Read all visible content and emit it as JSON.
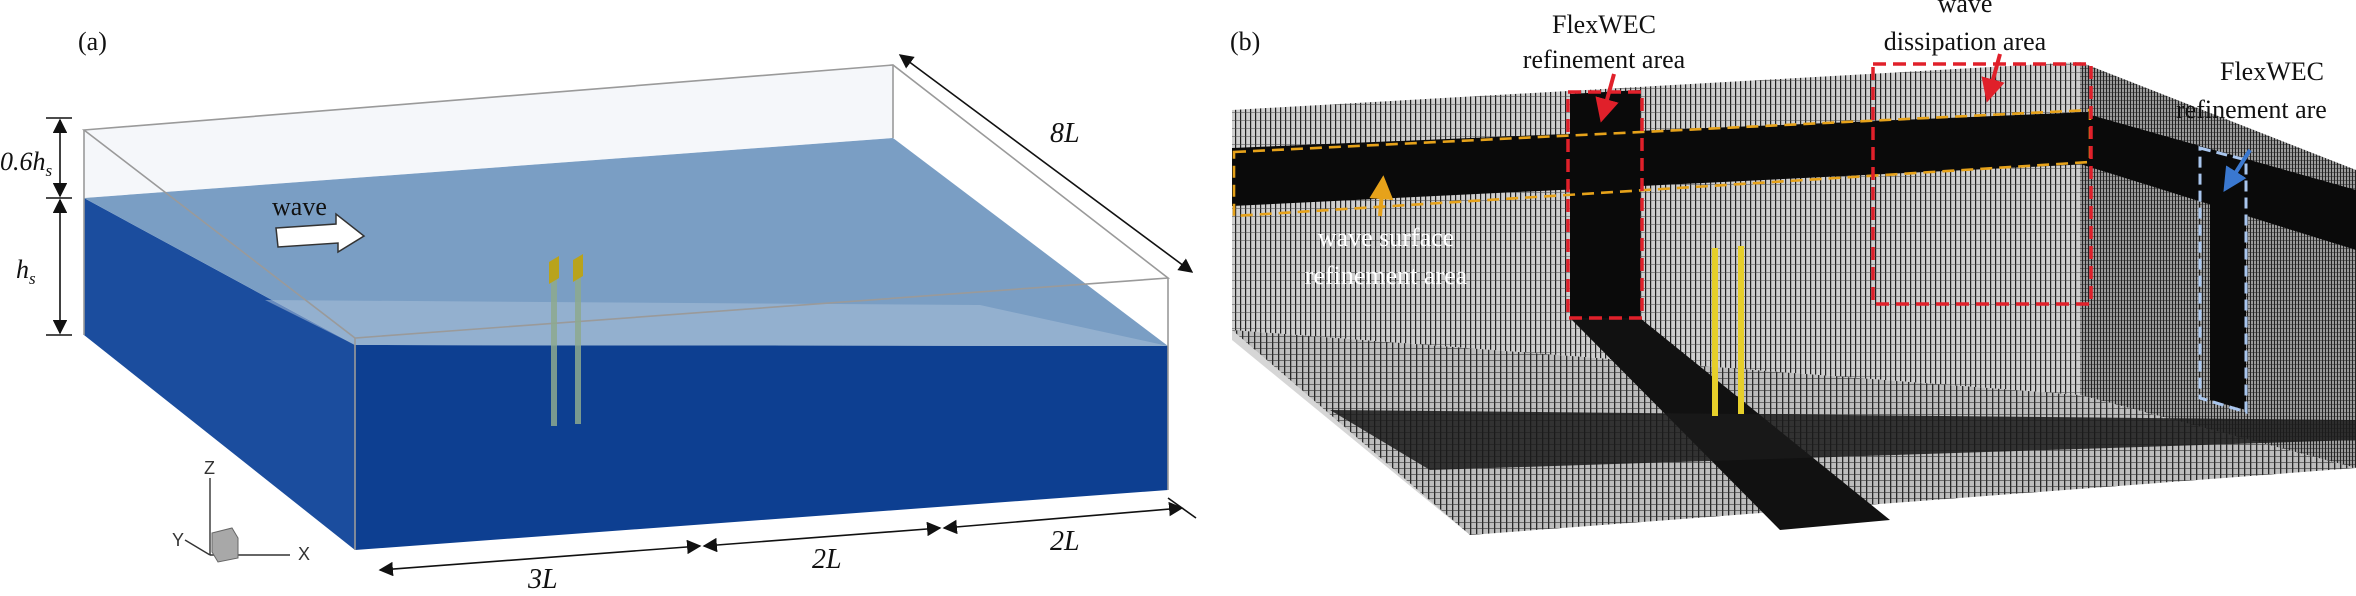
{
  "panel_a": {
    "label": "(a)",
    "wave_text": "wave",
    "dim_air": "0.6h",
    "dim_air_sub": "s",
    "dim_water": "h",
    "dim_water_sub": "s",
    "dim_length": "8L",
    "dim_seg1": "3L",
    "dim_seg2": "2L",
    "dim_seg3": "2L",
    "axis_z": "Z",
    "axis_y": "Y",
    "axis_x": "X"
  },
  "panel_b": {
    "label": "(b)",
    "flexwec_top_line1": "FlexWEC",
    "flexwec_top_line2": "refinement area",
    "dissipation_line1": "wave",
    "dissipation_line2": "dissipation area",
    "flexwec_right_line1": "FlexWEC",
    "flexwec_right_line2": "refinement are",
    "surface_line1": "wave surface",
    "surface_line2": "refinement area"
  },
  "colors": {
    "water_dark": "#0d3f91",
    "water_top": "#7a9ec4",
    "mesh_bg": "#1a1a1a",
    "red_box": "#e0202a",
    "orange_box": "#e6a21a",
    "blue_box": "#a9c6ee",
    "device_yellow": "#e6cf2a"
  }
}
